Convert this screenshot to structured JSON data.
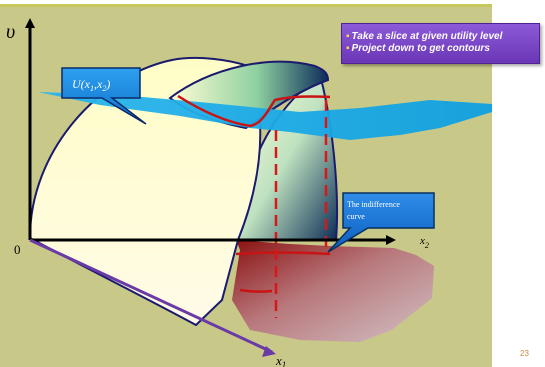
{
  "axes": {
    "y_label": "υ",
    "x2_label": "x",
    "x2_sub": "2",
    "x1_label": "x",
    "x1_sub": "1",
    "origin_label": "0"
  },
  "utility_label": {
    "prefix": "U(x",
    "sub1": "1",
    "middle": ",x",
    "sub2": "2",
    "suffix": ")"
  },
  "indifference_label": {
    "line1": "The indifference",
    "line2": "curve"
  },
  "instructions": [
    {
      "bullet": "▪",
      "text": "Take a slice at given utility level"
    },
    {
      "bullet": "▪",
      "text": "Project down to get contours"
    }
  ],
  "page_number": "23",
  "colors": {
    "background": "#c8c888",
    "surface": "#fffed0",
    "outline": "#1a1a6e",
    "plane": "#17aee8",
    "contour": "#c81414",
    "x1_axis": "#6a3aa6",
    "callout": "#7e4cc8",
    "accent_bar": "#c7c760"
  }
}
